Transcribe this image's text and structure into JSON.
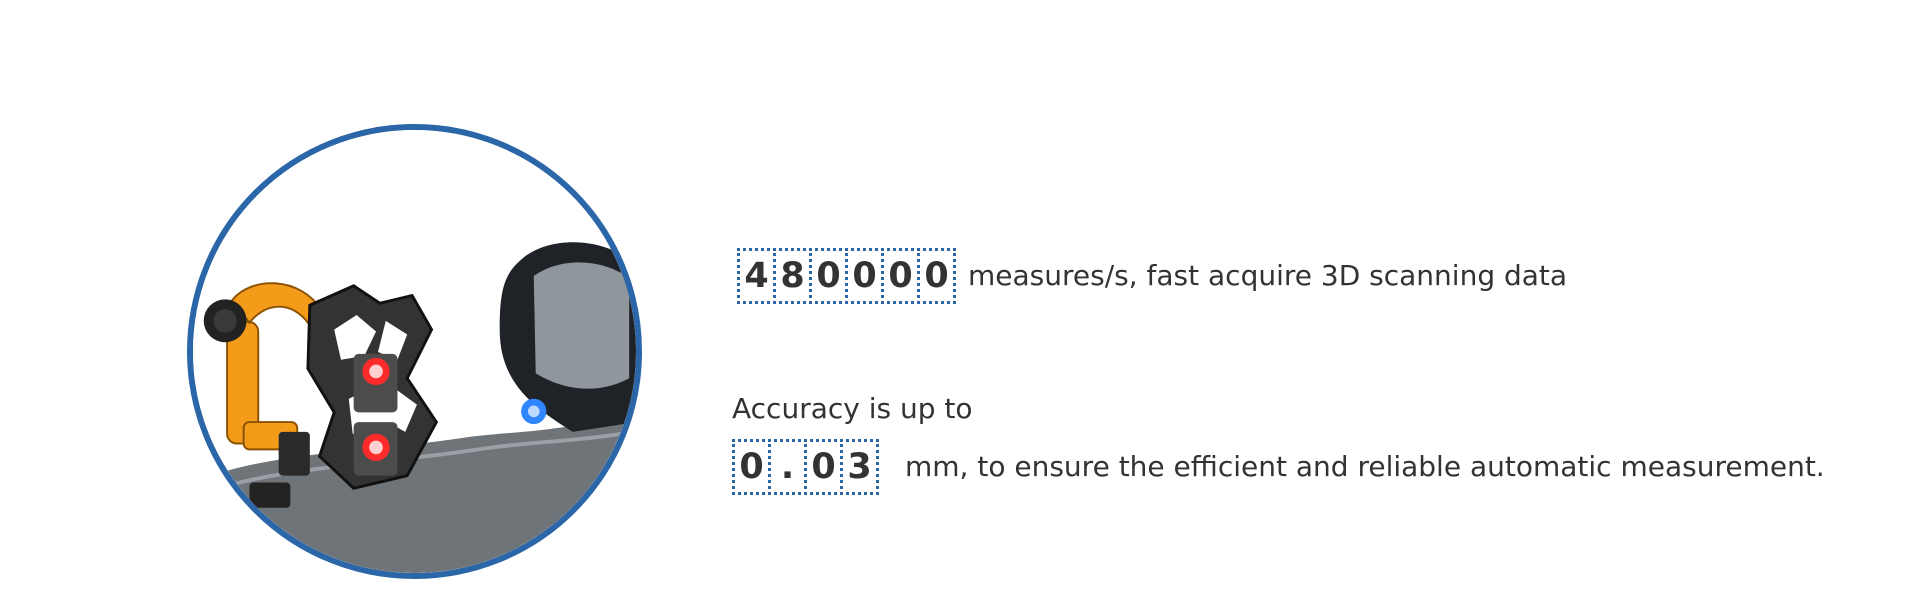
{
  "image": {
    "alt_icon": "robot-arm-3d-scanner-image",
    "accent_border": "#2a66a8"
  },
  "stats": {
    "speed": {
      "digits": [
        "4",
        "8",
        "0",
        "0",
        "0",
        "0"
      ],
      "text": "measures/s, fast acquire 3D scanning data"
    },
    "accuracy": {
      "intro": "Accuracy is up to",
      "digits": [
        "0",
        ".",
        "0",
        "3"
      ],
      "text": "mm, to ensure the efficient and reliable automatic measurement."
    }
  }
}
